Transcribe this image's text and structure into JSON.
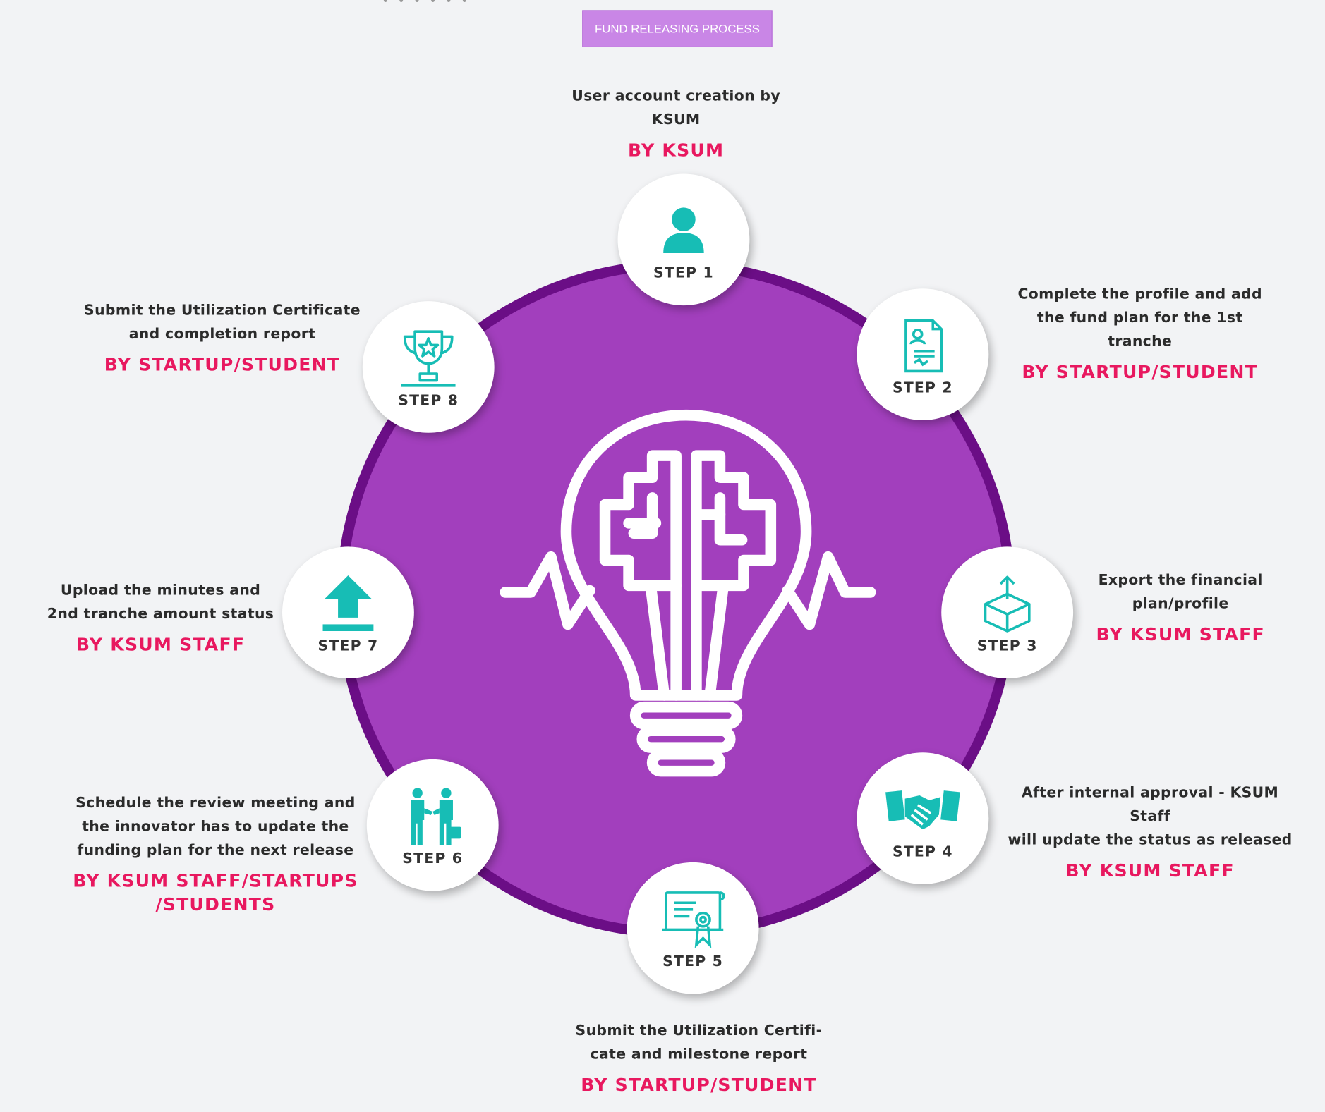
{
  "header": {
    "button_label": "FUND RELEASING PROCESS",
    "dots": "• • • • • •"
  },
  "colors": {
    "ring": "#6b0e86",
    "disc": "#a23fbd",
    "icon": "#17bdb5",
    "accent": "#e8185f",
    "button": "#c986e6"
  },
  "steps": [
    {
      "label": "STEP 1",
      "icon": "user-icon",
      "text": "User account creation by\nKSUM",
      "by": "BY KSUM"
    },
    {
      "label": "STEP 2",
      "icon": "document-icon",
      "text": "Complete the profile and add\nthe fund plan for the 1st tranche",
      "by": "BY STARTUP/STUDENT"
    },
    {
      "label": "STEP 3",
      "icon": "box-export-icon",
      "text": "Export the financial\nplan/profile",
      "by": "BY KSUM STAFF"
    },
    {
      "label": "STEP 4",
      "icon": "handshake-icon",
      "text": "After internal approval - KSUM Staff\nwill update the status as released",
      "by": "BY KSUM STAFF"
    },
    {
      "label": "STEP 5",
      "icon": "certificate-icon",
      "text": "Submit the Utilization Certifi-\ncate and milestone report",
      "by": "BY  STARTUP/STUDENT"
    },
    {
      "label": "STEP 6",
      "icon": "meeting-people-icon",
      "text": "Schedule the review meeting and\nthe innovator has to update the\nfunding plan for the next release",
      "by": "BY  KSUM STAFF/STARTUPS\n/STUDENTS"
    },
    {
      "label": "STEP 7",
      "icon": "upload-icon",
      "text": "Upload the minutes and\n2nd tranche amount status",
      "by": "BY  KSUM STAFF"
    },
    {
      "label": "STEP 8",
      "icon": "trophy-icon",
      "text": "Submit the Utilization Certificate\nand completion report",
      "by": "BY STARTUP/STUDENT"
    }
  ]
}
